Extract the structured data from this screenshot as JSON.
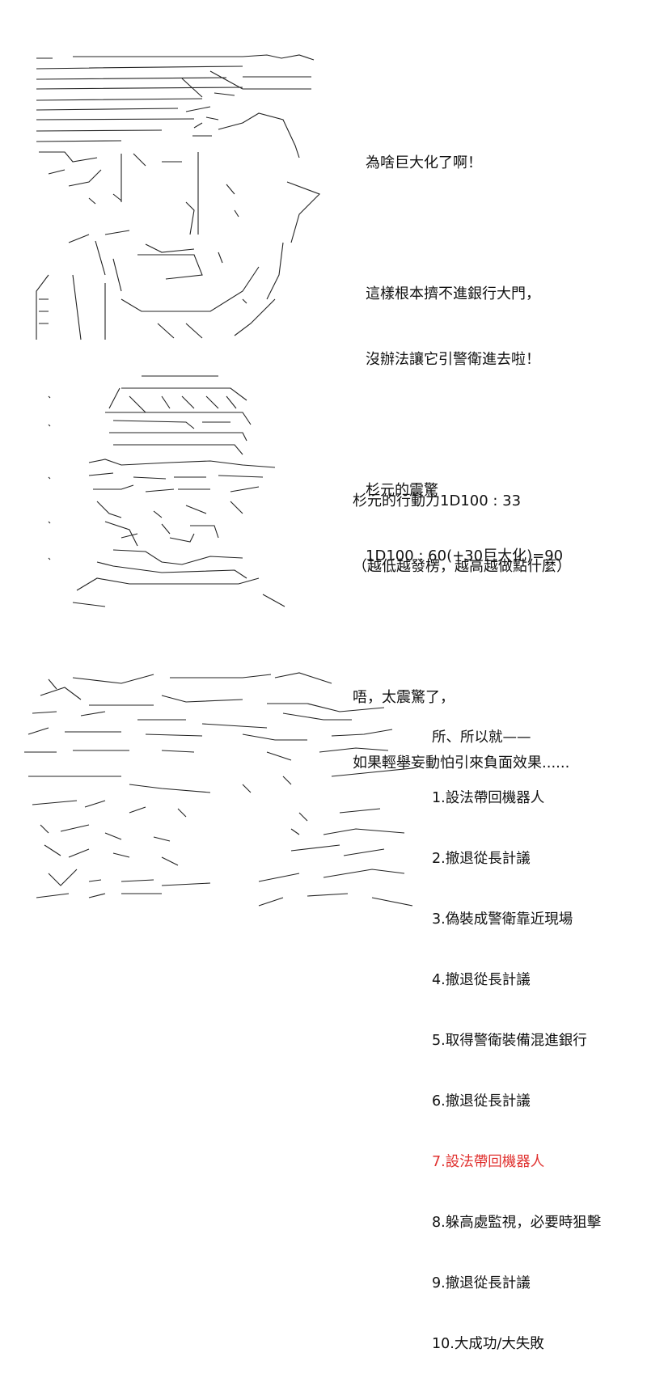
{
  "panel1": {
    "lines": [
      "為啥巨大化了啊！",
      "",
      "這樣根本擠不進銀行大門，",
      "沒辦法讓它引警衛進去啦！",
      "",
      "杉元的震驚",
      "1D100 : 60(+30巨大化)=90"
    ]
  },
  "panel2": {
    "lines": [
      "杉元的行動力1D100 : 33",
      "（越低越發楞，越高越做點什麼）",
      "",
      "唔，太震驚了，",
      "如果輕舉妄動怕引來負面效果......"
    ]
  },
  "panel3": {
    "heading": "所、所以就——",
    "options": [
      "1.設法帶回機器人",
      "2.撤退從長計議",
      "3.偽裝成警衛靠近現場",
      "4.撤退從長計議",
      "5.取得警衛裝備混進銀行",
      "6.撤退從長計議",
      "7.設法帶回機器人",
      "8.躲高處監視，必要時狙擊",
      "9.撤退從長計議",
      "10.大成功/大失敗"
    ],
    "highlight_color": "#e0312f"
  }
}
